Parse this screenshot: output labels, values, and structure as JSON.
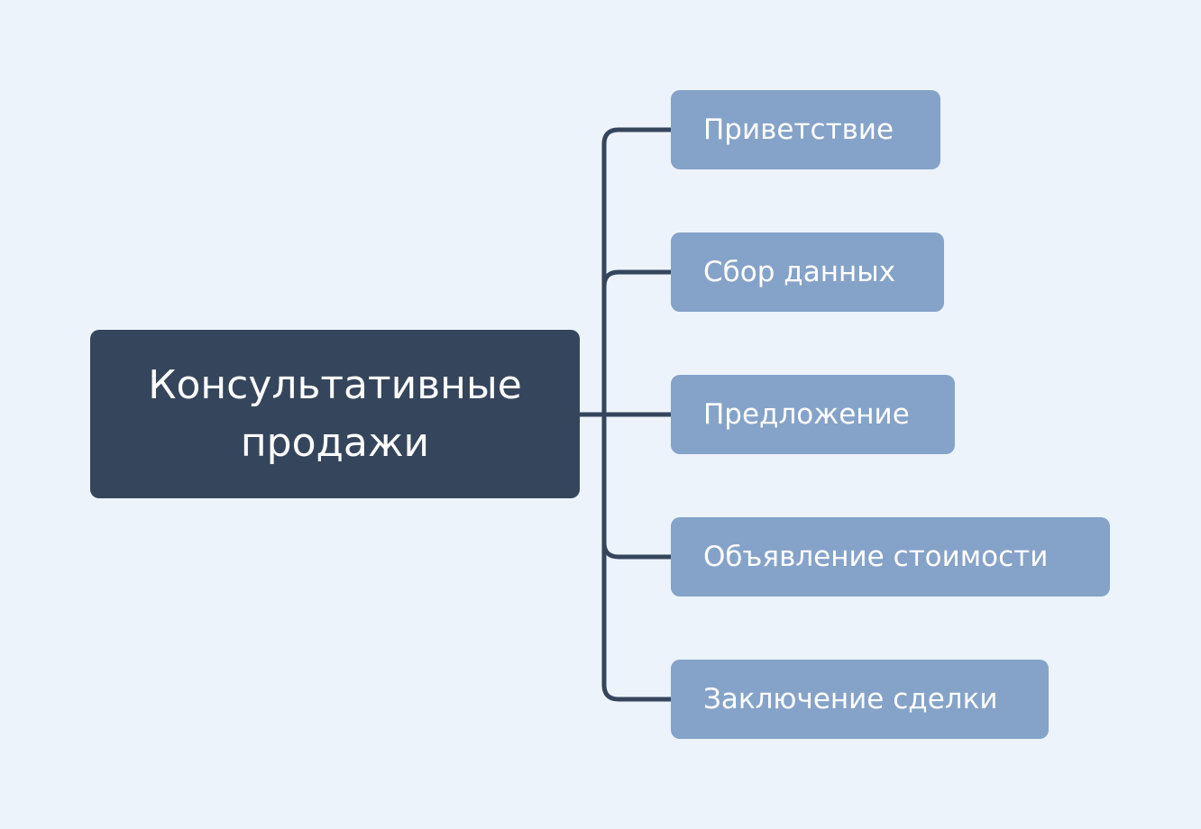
{
  "root": {
    "label": "Консультативные продажи"
  },
  "children": [
    {
      "label": "Приветствие"
    },
    {
      "label": "Сбор данных"
    },
    {
      "label": "Предложение"
    },
    {
      "label": "Объявление стоимости"
    },
    {
      "label": "Заключение сделки"
    }
  ],
  "colors": {
    "background": "#ECF3FA",
    "root": "#35465C",
    "child": "#85A3C9",
    "connector": "#35465C"
  }
}
